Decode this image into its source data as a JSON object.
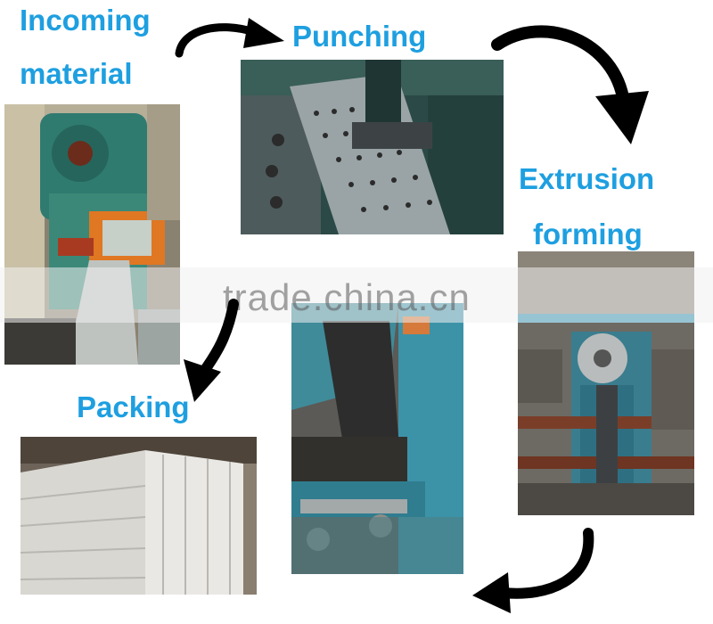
{
  "steps": {
    "incoming_line1": "Incoming",
    "incoming_line2": "material",
    "punching": "Punching",
    "extrusion_line1": "Extrusion",
    "extrusion_line2": "forming",
    "packing": "Packing"
  },
  "watermark": "trade.china.cn",
  "colors": {
    "label": "#1e9fe0",
    "arrow": "#000000"
  }
}
